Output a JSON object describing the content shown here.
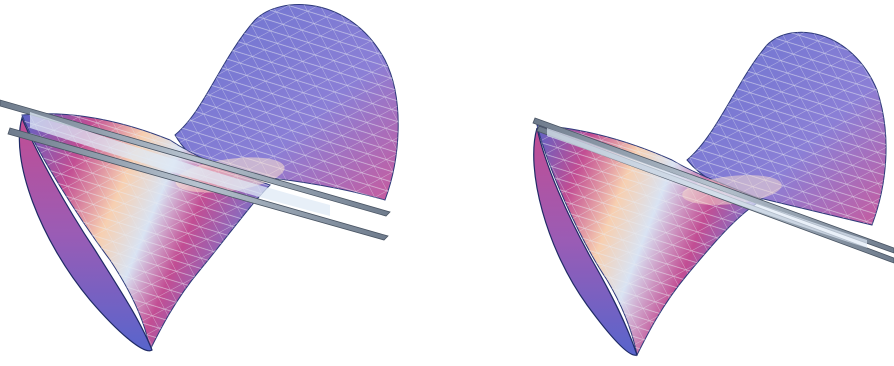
{
  "figures": [
    {
      "id": "left",
      "description_hidden": "",
      "surface": "hyperboloid-of-one-sheet",
      "section": "two-sheet-cut"
    },
    {
      "id": "right",
      "description_hidden": "",
      "surface": "hyperboloid-of-one-sheet",
      "section": "tangent-cut"
    }
  ],
  "colors": {
    "rim_dark": "#3c4fa8",
    "surface_blue": "#7b86d6",
    "surface_magenta": "#b7468f",
    "surface_peach": "#f7c8a8",
    "surface_light": "#f3f6fb",
    "plane_gray": "#8a98a8",
    "mesh_line": "#c4ccd8"
  }
}
